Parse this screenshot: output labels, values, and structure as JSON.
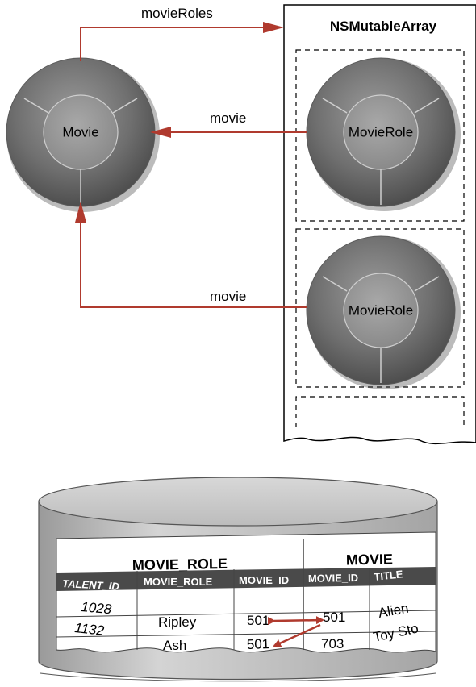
{
  "arrows": {
    "movie_roles_label": "movieRoles",
    "movie_label_1": "movie",
    "movie_label_2": "movie"
  },
  "array": {
    "title": "NSMutableArray"
  },
  "objects": {
    "movie": "Movie",
    "movie_role_1": "MovieRole",
    "movie_role_2": "MovieRole"
  },
  "database": {
    "tables": [
      {
        "name": "MOVIE_ROLE",
        "columns": [
          "TALENT_ID",
          "MOVIE_ROLE",
          "MOVIE_ID"
        ]
      },
      {
        "name": "MOVIE",
        "columns": [
          "MOVIE_ID",
          "TITLE"
        ]
      }
    ],
    "rows": [
      {
        "talent_id": "1028",
        "movie_role": "Ripley",
        "movie_id": "501",
        "movie_movie_id": "501",
        "title": "Alien"
      },
      {
        "talent_id": "1132",
        "movie_role": "Ash",
        "movie_id": "501",
        "movie_movie_id": "703",
        "title": "Toy Sto"
      }
    ]
  },
  "colors": {
    "arrow": "#b03a2e",
    "header_band": "#4a4a4a",
    "cylinder": "#c4c4c4"
  }
}
